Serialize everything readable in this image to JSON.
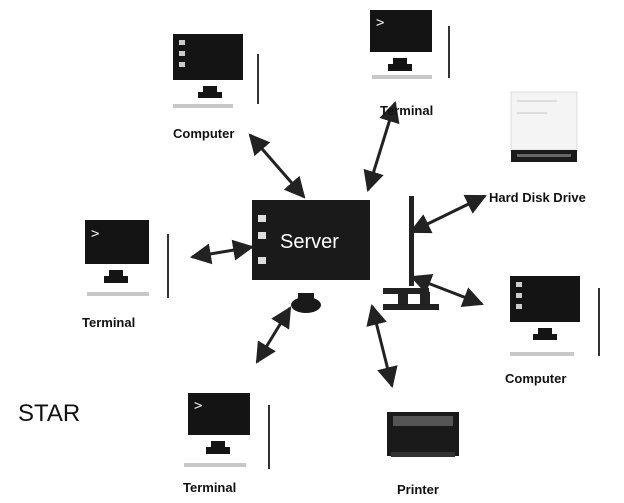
{
  "diagram": {
    "title": "STAR",
    "nodes": [
      {
        "id": "computer-top-left",
        "kind": "computer",
        "label": "Computer"
      },
      {
        "id": "terminal-top",
        "kind": "terminal",
        "label": "Terminal"
      },
      {
        "id": "hard-disk",
        "kind": "hdd",
        "label": "Hard Disk Drive"
      },
      {
        "id": "server",
        "kind": "server",
        "label": "Server"
      },
      {
        "id": "terminal-left",
        "kind": "terminal",
        "label": "Terminal"
      },
      {
        "id": "computer-right",
        "kind": "computer",
        "label": "Computer"
      },
      {
        "id": "terminal-bottom",
        "kind": "terminal",
        "label": "Terminal"
      },
      {
        "id": "printer",
        "kind": "printer",
        "label": "Printer"
      }
    ],
    "connections": [
      {
        "from": "server",
        "to": "computer-top-left"
      },
      {
        "from": "server",
        "to": "terminal-top"
      },
      {
        "from": "server",
        "to": "terminal-left"
      },
      {
        "from": "server",
        "to": "terminal-bottom"
      },
      {
        "from": "server",
        "to": "printer"
      },
      {
        "from": "server",
        "to": "hard-disk"
      },
      {
        "from": "server",
        "to": "computer-right"
      }
    ],
    "colors": {
      "device": "#1a1a1a",
      "screen": "#141414",
      "server_text": "#ffffff",
      "arrow": "#222222"
    }
  }
}
